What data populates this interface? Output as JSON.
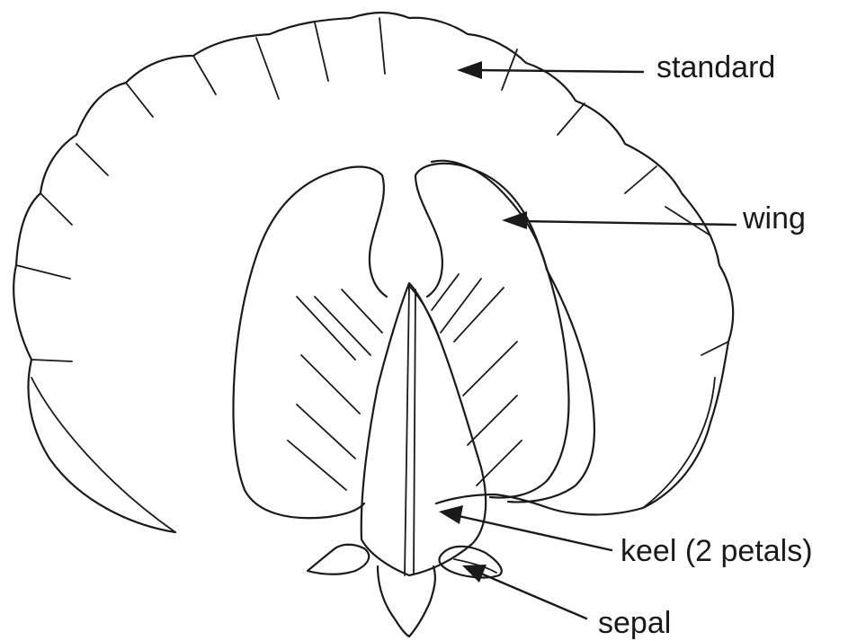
{
  "labels": {
    "standard": "standard",
    "wing": "wing",
    "keel": "keel (2 petals)",
    "sepal": "sepal"
  },
  "colors": {
    "ink": "#1a1a1a",
    "background": "#ffffff"
  }
}
